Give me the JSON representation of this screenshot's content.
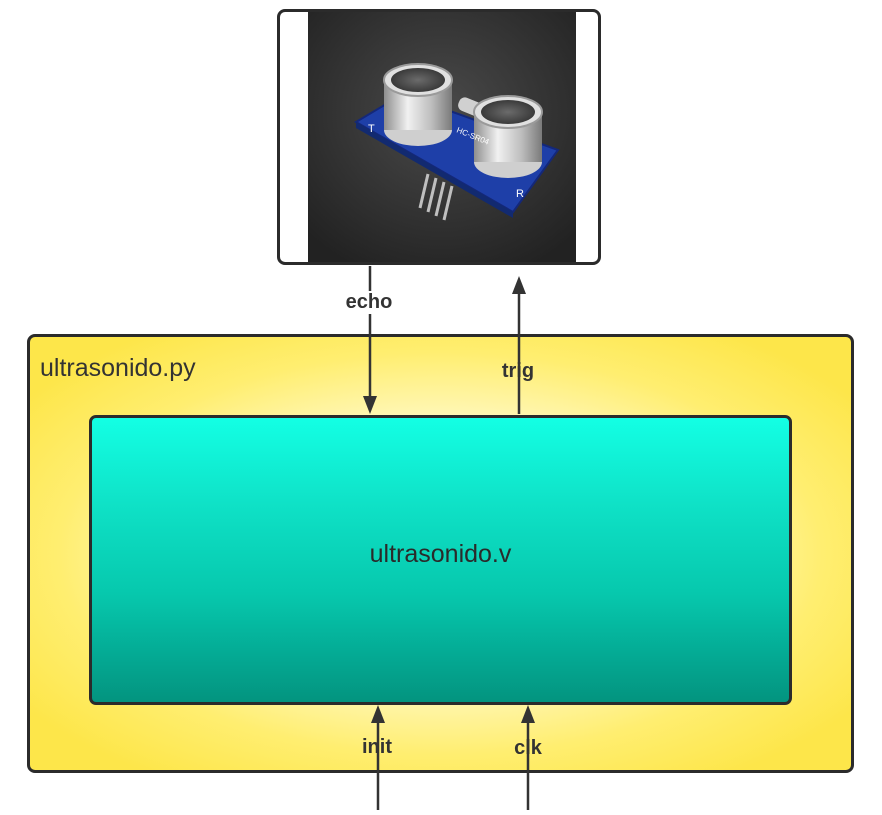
{
  "sensor": {
    "image_alt": "HC-SR04 ultrasonic sensor photo",
    "board_text": "HC-SR04",
    "left_marking": "T",
    "right_marking": "R"
  },
  "outer_module": {
    "label": "ultrasonido.py"
  },
  "inner_module": {
    "label": "ultrasonido.v"
  },
  "signals": {
    "echo": "echo",
    "trig": "trig",
    "init": "init",
    "clk": "clk"
  },
  "colors": {
    "outer_fill": "#fde64a",
    "inner_fill_top": "#13ffe4",
    "inner_fill_bottom": "#03947f",
    "stroke": "#2b2b2b",
    "pcb_blue": "#1e3fa8"
  }
}
